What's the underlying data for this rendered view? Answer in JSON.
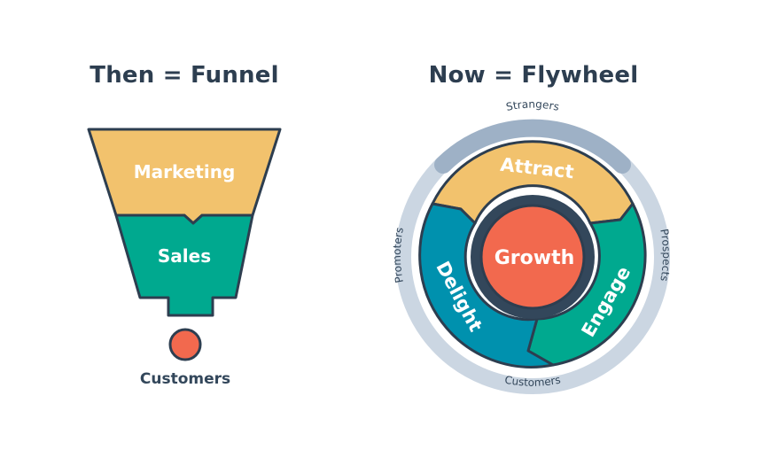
{
  "funnel": {
    "title": "Then = Funnel",
    "stages": [
      "Marketing",
      "Sales"
    ],
    "output": "Customers",
    "colors": {
      "marketing": "#f2c26d",
      "sales": "#00a98f",
      "customers": "#f2694e"
    }
  },
  "flywheel": {
    "title": "Now = Flywheel",
    "center": "Growth",
    "segments": [
      "Attract",
      "Engage",
      "Delight"
    ],
    "outer_ring": [
      "Strangers",
      "Prospects",
      "Customers",
      "Promoters"
    ],
    "colors": {
      "attract": "#f2c26d",
      "engage": "#00a98f",
      "delight": "#0091ae",
      "growth": "#f2694e",
      "hub": "#33475b",
      "ring": "#cbd6e2",
      "ring_dark": "#9eb1c6"
    }
  }
}
